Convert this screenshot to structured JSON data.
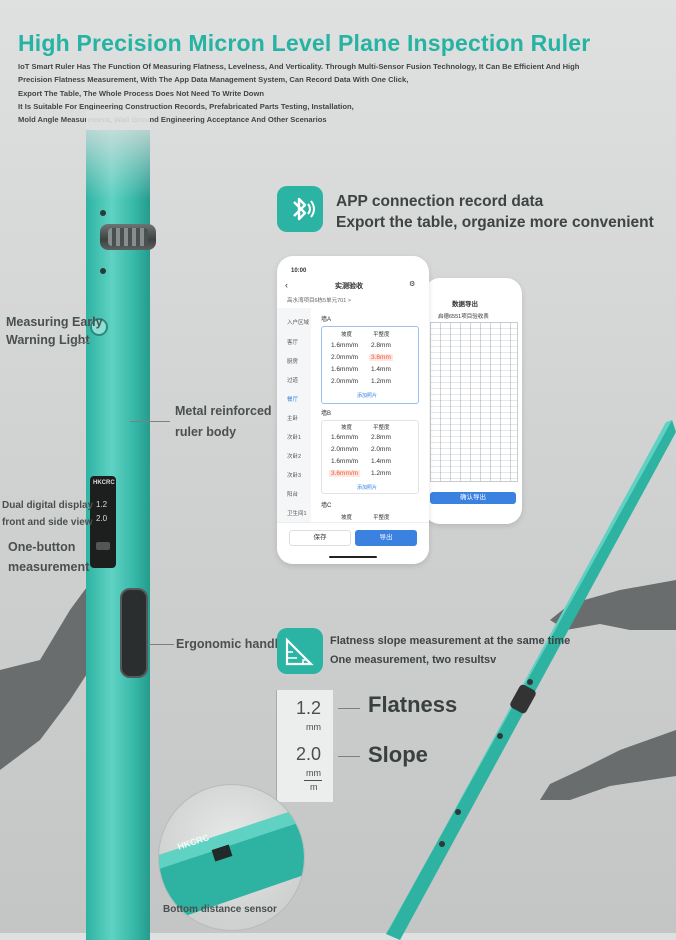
{
  "title": "High Precision Micron Level Plane Inspection Ruler",
  "intro_lines": [
    "IoT Smart Ruler Has The Function Of Measuring Flatness, Levelness, And Verticality. Through Multi-Sensor Fusion Technology, It Can Be Efficient And High",
    "Precision Flatness Measurement, With The App Data Management System, Can Record Data With One Click,",
    " Export The Table, The Whole Process Does Not Need To Write Down",
    "It Is Suitable For Engineering Construction Records, Prefabricated Parts Testing, Installation,",
    "Mold Angle Measurement, Wall Ground Engineering Acceptance And Other Scenarios"
  ],
  "callouts": {
    "warning_light_1": "Measuring Early",
    "warning_light_2": "Warning Light",
    "metal_body_1": "Metal reinforced",
    "metal_body_2": "ruler body",
    "dual_display_1": "Dual digital display",
    "dual_display_2": "front and side view",
    "one_button_1": "One-button",
    "one_button_2": "measurement",
    "handle": "Ergonomic handle",
    "sensor": "Bottom distance sensor"
  },
  "ruler_display": {
    "brand": "HKCRC",
    "line1": "1.2",
    "line2": "2.0"
  },
  "sensor_brand": "HKCRC",
  "feature_app": {
    "line1": "APP connection record data",
    "line2": "Export the table, organize more convenient",
    "icon": "bluetooth-icon"
  },
  "feature_slope": {
    "line1": "Flatness slope measurement at the same time",
    "line2": "One measurement, two resultsv",
    "icon": "slope-icon"
  },
  "readout": {
    "flatness_value": "1.2",
    "flatness_unit": "mm",
    "flatness_label": "Flatness",
    "slope_value": "2.0",
    "slope_unit_top": "mm",
    "slope_unit_bottom": "m",
    "slope_label": "Slope"
  },
  "phone1": {
    "time": "10:00",
    "header": "实测验收",
    "address": "高水湾项目6栋5单元701 >",
    "sidebar": [
      "入户区域",
      "客厅",
      "厨房",
      "过道",
      "餐厅",
      "主卧",
      "次卧1",
      "次卧2",
      "次卧3",
      "阳台",
      "卫生间1"
    ],
    "wall_a": "墙A",
    "wall_b": "墙B",
    "wall_c": "墙C",
    "col_1": "坡度",
    "col_2": "平整度",
    "rows_a": [
      [
        "1.6mm/m",
        "2.8mm"
      ],
      [
        "2.0mm/m",
        "3.6mm"
      ],
      [
        "1.6mm/m",
        "1.4mm"
      ],
      [
        "2.0mm/m",
        "1.2mm"
      ]
    ],
    "rows_b": [
      [
        "1.6mm/m",
        "2.8mm"
      ],
      [
        "2.0mm/m",
        "2.0mm"
      ],
      [
        "1.6mm/m",
        "1.4mm"
      ],
      [
        "3.6mm/m",
        "1.2mm"
      ]
    ],
    "add_photo": "添加照片",
    "save": "保存",
    "export": "导出"
  },
  "phone2": {
    "header": "数据导出",
    "subtitle": "启德6551项目验收表",
    "confirm": "确认导出"
  }
}
